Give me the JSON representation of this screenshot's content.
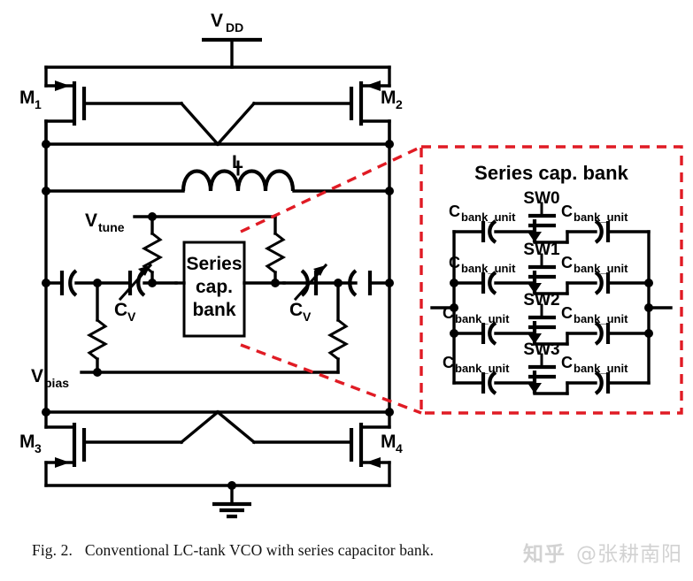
{
  "figure": {
    "caption_number": "Fig. 2.",
    "caption_text": "Conventional LC-tank VCO with series capacitor bank.",
    "watermark_logo": "知乎",
    "watermark_user": "@张耕南阳"
  },
  "colors": {
    "wire": "#000000",
    "highlight_dashed": "#e01b24",
    "background": "#ffffff",
    "watermark": "#d2d2d2"
  },
  "schematic": {
    "supply": {
      "label": "V",
      "sub": "DD",
      "name": "vdd-rail"
    },
    "ground": {
      "name": "ground-symbol"
    },
    "transistors": [
      {
        "id": "M1",
        "label": "M",
        "sub": "1",
        "type": "pmos",
        "position": "top-left"
      },
      {
        "id": "M2",
        "label": "M",
        "sub": "2",
        "type": "pmos",
        "position": "top-right"
      },
      {
        "id": "M3",
        "label": "M",
        "sub": "3",
        "type": "nmos",
        "position": "bottom-left"
      },
      {
        "id": "M4",
        "label": "M",
        "sub": "4",
        "type": "nmos",
        "position": "bottom-right"
      }
    ],
    "inductor": {
      "label": "L",
      "name": "inductor-L"
    },
    "varactors": [
      {
        "id": "CV-left",
        "label": "C",
        "sub": "V"
      },
      {
        "id": "CV-right",
        "label": "C",
        "sub": "V"
      }
    ],
    "bias_nodes": [
      {
        "id": "Vtune",
        "label": "V",
        "sub": "tune"
      },
      {
        "id": "Vbias",
        "label": "V",
        "sub": "bias"
      }
    ],
    "block": {
      "line1": "Series",
      "line2": "cap.",
      "line3": "bank"
    }
  },
  "cap_bank": {
    "title": "Series cap. bank",
    "rows": [
      {
        "switch": "SW0",
        "cap_left": "C",
        "cap_left_sub": "bank_unit",
        "cap_right": "C",
        "cap_right_sub": "bank_unit"
      },
      {
        "switch": "SW1",
        "cap_left": "C",
        "cap_left_sub": "bank_unit",
        "cap_right": "C",
        "cap_right_sub": "bank_unit"
      },
      {
        "switch": "SW2",
        "cap_left": "C",
        "cap_left_sub": "bank_unit",
        "cap_right": "C",
        "cap_right_sub": "bank_unit"
      },
      {
        "switch": "SW3",
        "cap_left": "C",
        "cap_left_sub": "bank_unit",
        "cap_right": "C",
        "cap_right_sub": "bank_unit"
      }
    ]
  }
}
